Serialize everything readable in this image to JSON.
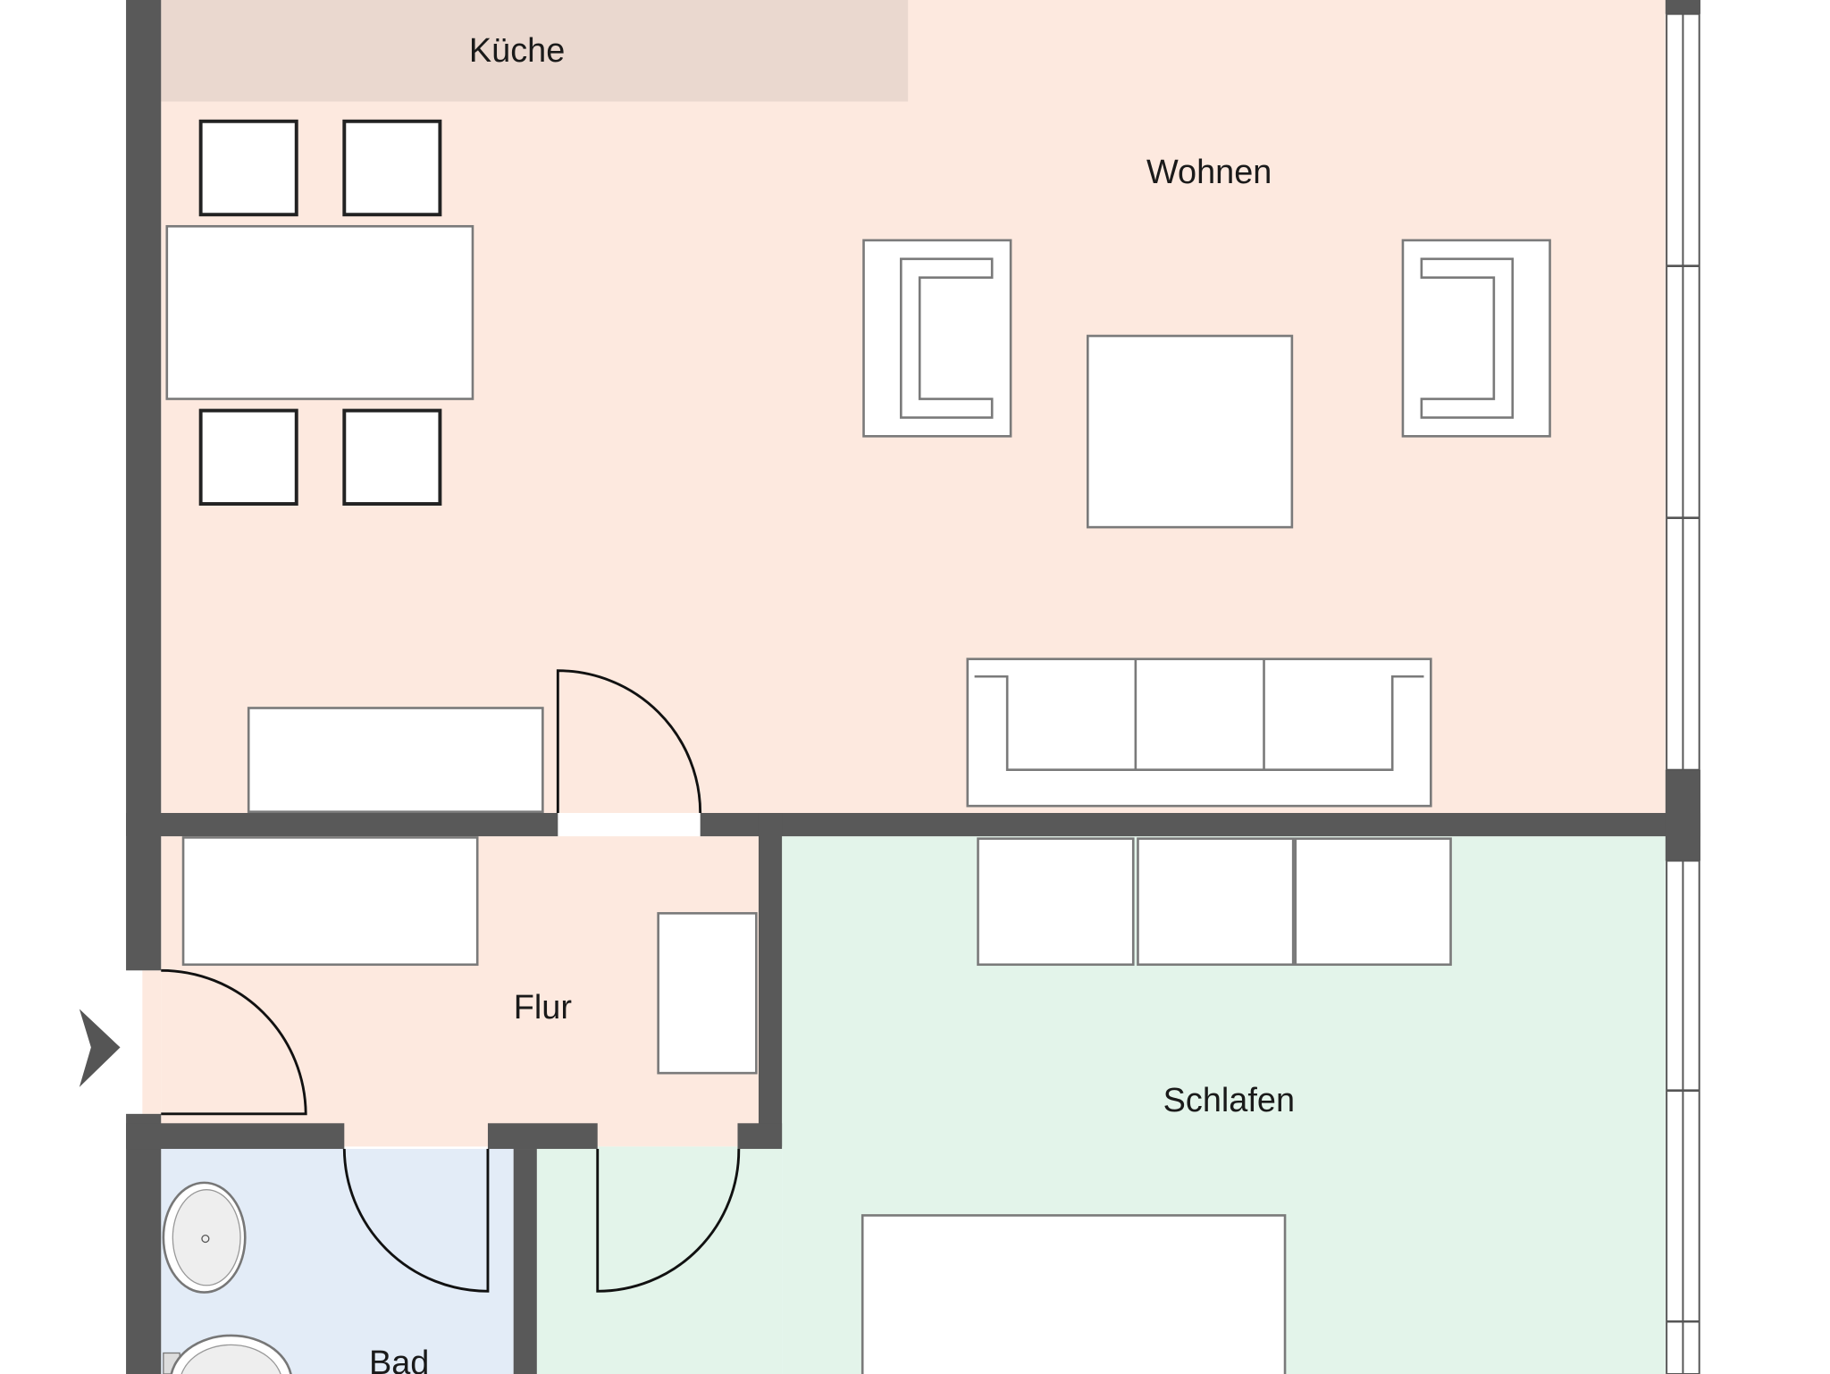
{
  "plan": {
    "rooms": [
      {
        "name": "Küche",
        "color": "#ead8cf"
      },
      {
        "name": "Wohnen",
        "color": "#fde9df"
      },
      {
        "name": "Flur",
        "color": "#fde9df"
      },
      {
        "name": "Schlafen",
        "color": "#e3f4ea"
      },
      {
        "name": "Bad",
        "color": "#e3ecf7"
      }
    ],
    "wall_color": "#595959",
    "entrance_icon": "entrance-arrow-icon"
  }
}
